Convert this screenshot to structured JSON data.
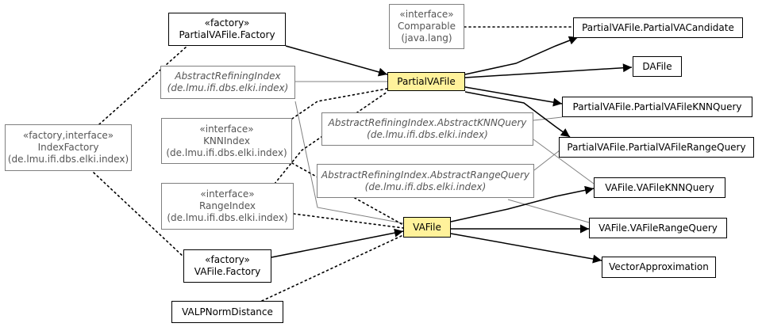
{
  "colors": {
    "highlight": "#fff29b",
    "edge": "#000000",
    "external_edge": "#808080",
    "external_text": "#555555"
  },
  "nodes": {
    "partial_factory": {
      "stereotype": "«factory»",
      "name": "PartialVAFile.Factory"
    },
    "comparable": {
      "stereotype": "«interface»",
      "name": "Comparable",
      "package": "(java.lang)"
    },
    "partial_candidate": {
      "name": "PartialVAFile.PartialVACandidate"
    },
    "abstract_refining": {
      "name": "AbstractRefiningIndex",
      "package": "(de.lmu.ifi.dbs.elki.index)"
    },
    "partial_vafile": {
      "name": "PartialVAFile"
    },
    "dafile": {
      "name": "DAFile"
    },
    "index_factory": {
      "stereotype": "«factory,interface»",
      "name": "IndexFactory",
      "package": "(de.lmu.ifi.dbs.elki.index)"
    },
    "knnindex": {
      "stereotype": "«interface»",
      "name": "KNNIndex",
      "package": "(de.lmu.ifi.dbs.elki.index)"
    },
    "abs_knnquery": {
      "name": "AbstractRefiningIndex.AbstractKNNQuery",
      "package": "(de.lmu.ifi.dbs.elki.index)"
    },
    "partial_knnquery": {
      "name": "PartialVAFile.PartialVAFileKNNQuery"
    },
    "partial_rangequery": {
      "name": "PartialVAFile.PartialVAFileRangeQuery"
    },
    "abs_rangequery": {
      "name": "AbstractRefiningIndex.AbstractRangeQuery",
      "package": "(de.lmu.ifi.dbs.elki.index)"
    },
    "vafile_knnquery": {
      "name": "VAFile.VAFileKNNQuery"
    },
    "rangeindex": {
      "stereotype": "«interface»",
      "name": "RangeIndex",
      "package": "(de.lmu.ifi.dbs.elki.index)"
    },
    "vafile": {
      "name": "VAFile"
    },
    "vafile_rangequery": {
      "name": "VAFile.VAFileRangeQuery"
    },
    "vafile_factory": {
      "stereotype": "«factory»",
      "name": "VAFile.Factory"
    },
    "vector_approx": {
      "name": "VectorApproximation"
    },
    "valp": {
      "name": "VALPNormDistance"
    }
  }
}
